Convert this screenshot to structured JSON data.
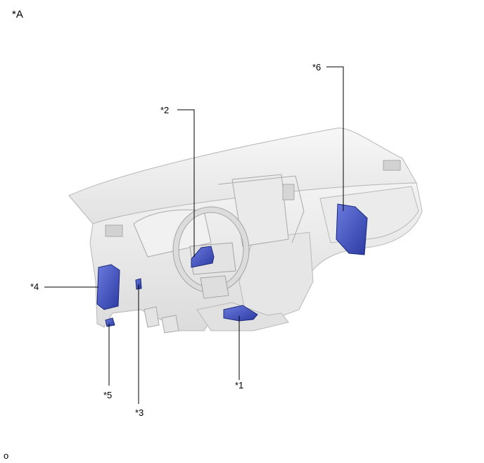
{
  "figure": {
    "view_label": "*A",
    "code": "o",
    "callouts": [
      {
        "id": "1",
        "text": "*1"
      },
      {
        "id": "2",
        "text": "*2"
      },
      {
        "id": "3",
        "text": "*3"
      },
      {
        "id": "4",
        "text": "*4"
      },
      {
        "id": "5",
        "text": "*5"
      },
      {
        "id": "6",
        "text": "*6"
      }
    ]
  },
  "colors": {
    "component": "#2e3fa8",
    "component_light": "#5667c9",
    "panel": "#efefef",
    "panel_shade": "#d9d9d9",
    "outline": "#b5b5b5",
    "leader": "#000000"
  }
}
